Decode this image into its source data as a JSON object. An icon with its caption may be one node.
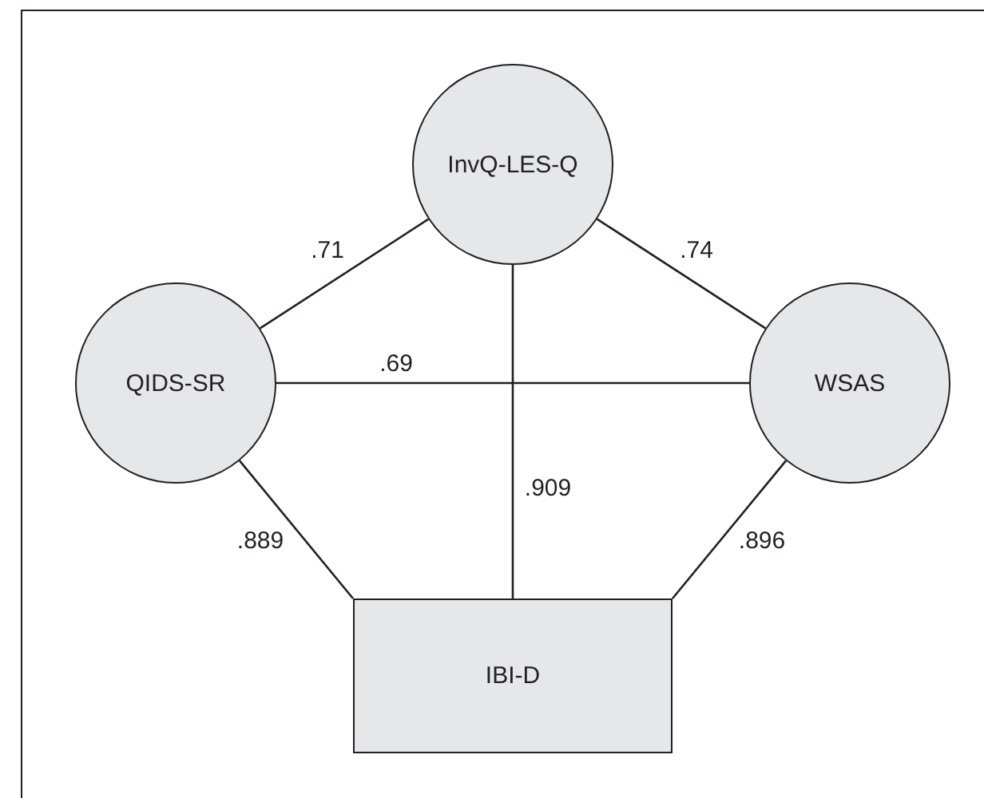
{
  "diagram": {
    "nodes": [
      {
        "text": [
          "InvQ-LES-Q"
        ]
      },
      {
        "text": [
          "QIDS-SR"
        ]
      },
      {
        "text": [
          "WSAS"
        ]
      },
      {
        "text": [
          "IBI-D"
        ]
      }
    ],
    "edges": [
      {
        "from": 0,
        "to": 1,
        "arrow": "none",
        "label": ".71"
      },
      {
        "from": 0,
        "to": 2,
        "arrow": "none",
        "label": ".74"
      },
      {
        "from": 1,
        "to": 2,
        "arrow": "none",
        "label": ".69"
      },
      {
        "from": 0,
        "to": 3,
        "arrow": "none",
        "label": ".909"
      },
      {
        "from": 1,
        "to": 3,
        "arrow": "none",
        "label": ".889"
      },
      {
        "from": 2,
        "to": 3,
        "arrow": "none",
        "label": ".896"
      }
    ]
  }
}
